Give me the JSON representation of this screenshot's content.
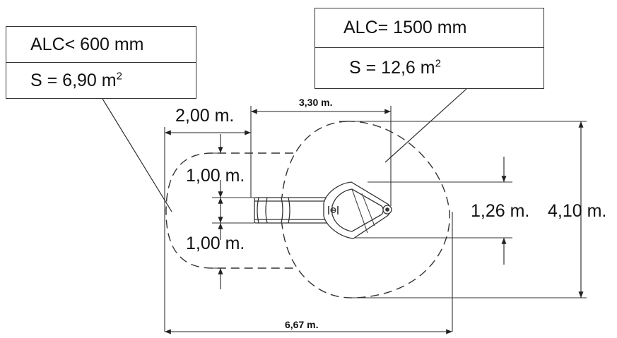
{
  "legend_left": {
    "alc": "ALC< 600 mm",
    "area_prefix": "S = 6,90 m",
    "area_sup": "2"
  },
  "legend_right": {
    "alc": "ALC= 1500 mm",
    "area_prefix": "S = 12,6 m",
    "area_sup": "2"
  },
  "dimensions": {
    "d_330": "3,30 m.",
    "d_200": "2,00 m.",
    "d_100_top": "1,00 m.",
    "d_100_bottom": "1,00 m.",
    "d_126": "1,26 m.",
    "d_410": "4,10 m.",
    "d_667": "6,67 m."
  },
  "colors": {
    "line": "#333333",
    "text": "#111111"
  }
}
